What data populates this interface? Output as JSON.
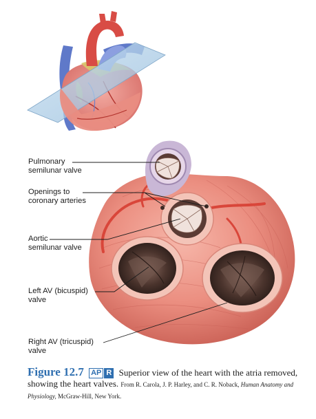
{
  "labels": {
    "pulmonary": [
      "Pulmonary",
      "semilunar valve"
    ],
    "coronary": [
      "Openings to",
      "coronary arteries"
    ],
    "aortic": [
      "Aortic",
      "semilunar valve"
    ],
    "left_av": [
      "Left AV (bicuspid)",
      "valve"
    ],
    "right_av": [
      "Right AV (tricuspid)",
      "valve"
    ]
  },
  "caption": {
    "figure_number": "Figure 12.7",
    "badge_left": "AP",
    "badge_right": "R",
    "text": "Superior view of the heart with the atria removed, showing the heart valves.",
    "credit_prefix": "From R. Carola, J. P. Harley, and C. R. Noback,",
    "credit_book": "Human Anatomy and Physiology,",
    "credit_suffix": "McGraw-Hill, New York."
  },
  "colors": {
    "myocardium": "#e8877c",
    "coronary_vessel": "#d9463a",
    "valve_ring": "#f3c4b8",
    "valve_cusp": "#f0e2dc",
    "opening_dark": "#3d2b26",
    "pulmonary_trunk": "#c9b7d6",
    "aorta": "#d84c45",
    "vein": "#5f79c9",
    "fat": "#d8c86a",
    "cut_plane": "#9fc5e3",
    "figure_blue": "#2f6fb0"
  }
}
